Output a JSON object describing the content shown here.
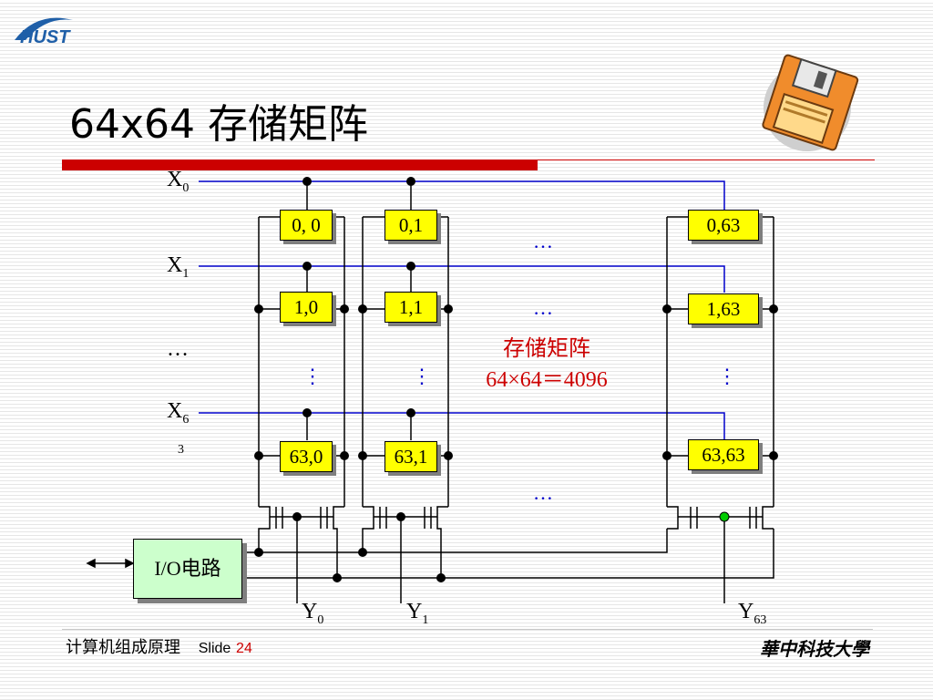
{
  "title": "64x64 存储矩阵",
  "row_labels": [
    {
      "main": "X",
      "sub": "0"
    },
    {
      "main": "X",
      "sub": "1"
    },
    {
      "main": "…",
      "sub": ""
    },
    {
      "main": "X",
      "sub": "6"
    }
  ],
  "row_label_overflow": "3",
  "column_labels": [
    {
      "main": "Y",
      "sub": "0"
    },
    {
      "main": "Y",
      "sub": "1"
    },
    {
      "main": "Y",
      "sub": "63"
    }
  ],
  "cells": {
    "r0c0": "0, 0",
    "r0c1": "0,1",
    "r0c63": "0,63",
    "r1c0": "1,0",
    "r1c1": "1,1",
    "r1c63": "1,63",
    "r63c0": "63,0",
    "r63c1": "63,1",
    "r63c63": "63,63"
  },
  "ellipsis_h": "…",
  "ellipsis_v": "⋮",
  "center_label": {
    "line1": "存储矩阵",
    "line2": "64×64＝4096"
  },
  "io_box": "I/O电路",
  "footer": {
    "course": "计算机组成原理",
    "slide_word": "Slide",
    "slide_number": "24",
    "university": "華中科技大學"
  },
  "colors": {
    "accent_red": "#cc0000",
    "wire_blue": "#0000cc",
    "cell_fill": "#ffff00",
    "io_fill": "#ccffcc",
    "selected_node": "#00cc00"
  },
  "icons": {
    "logo": "hust-logo-icon",
    "decor": "floppy-disk-icon"
  }
}
